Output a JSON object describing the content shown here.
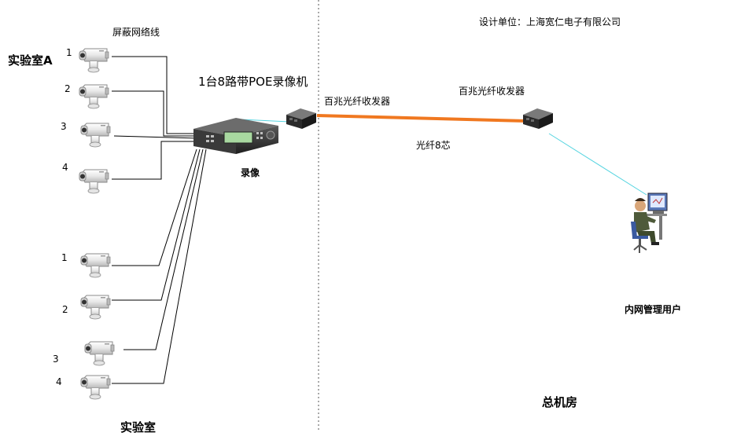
{
  "labels": {
    "designer": "设计单位：上海宽仁电子有限公司",
    "cable": "屏蔽网络线",
    "lab_a": "实验室A",
    "dvr_title": "1台8路带POE录像机",
    "dvr_caption": "录像",
    "transceiver_left": "百兆光纤收发器",
    "transceiver_right": "百兆光纤收发器",
    "fiber": "光纤8芯",
    "user": "内网管理用户",
    "machine_room": "总机房",
    "lab_bottom": "实验室"
  },
  "cameras": [
    {
      "num": "1"
    },
    {
      "num": "2"
    },
    {
      "num": "3"
    },
    {
      "num": "4"
    },
    {
      "num": "1"
    },
    {
      "num": "2"
    },
    {
      "num": "3"
    },
    {
      "num": "4"
    }
  ],
  "colors": {
    "fiber": "#f07820",
    "ethernet": "#55d4e0",
    "wire": "#000000",
    "divider": "#555555"
  },
  "icons": {
    "camera": "bullet-camera-icon",
    "dvr": "dvr-device-icon",
    "transceiver": "fiber-transceiver-icon",
    "user": "computer-user-icon"
  }
}
